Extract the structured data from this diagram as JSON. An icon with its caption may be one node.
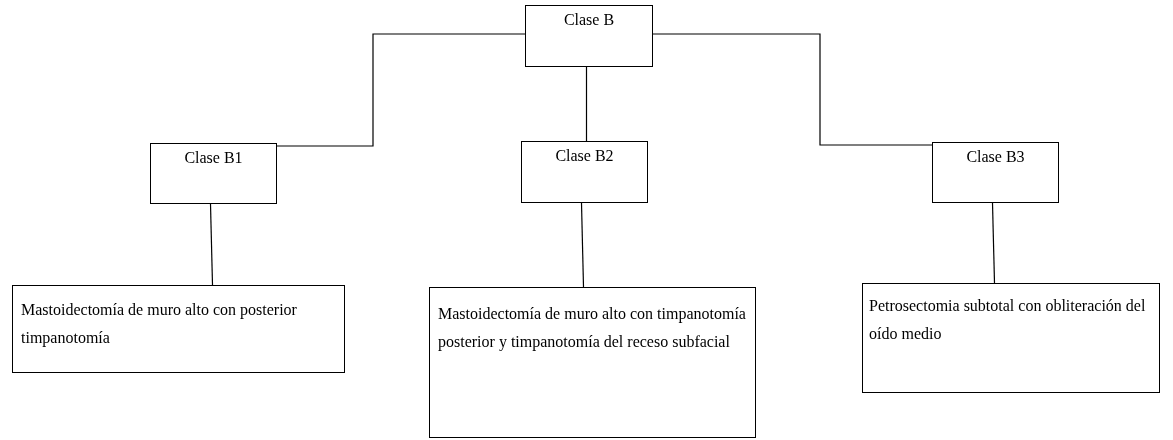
{
  "diagram": {
    "nodes": [
      {
        "text": [
          "Clase B"
        ]
      },
      {
        "text": [
          "Clase B1"
        ]
      },
      {
        "text": [
          "Clase B2"
        ]
      },
      {
        "text": [
          "Clase B3"
        ]
      },
      {
        "text": [
          "Mastoidectomía de muro alto con posterior timpanotomía"
        ]
      },
      {
        "text": [
          "Mastoidectomía de muro alto con timpanotomía posterior y timpanotomía del receso subfacial"
        ]
      },
      {
        "text": [
          "Petrosectomia subtotal con obliteración del oído medio"
        ]
      }
    ],
    "edges": [
      {
        "from": 0,
        "to": 1,
        "arrow": "none"
      },
      {
        "from": 0,
        "to": 2,
        "arrow": "none"
      },
      {
        "from": 0,
        "to": 3,
        "arrow": "none"
      },
      {
        "from": 1,
        "to": 4,
        "arrow": "none"
      },
      {
        "from": 2,
        "to": 5,
        "arrow": "none"
      },
      {
        "from": 3,
        "to": 6,
        "arrow": "none"
      }
    ]
  }
}
